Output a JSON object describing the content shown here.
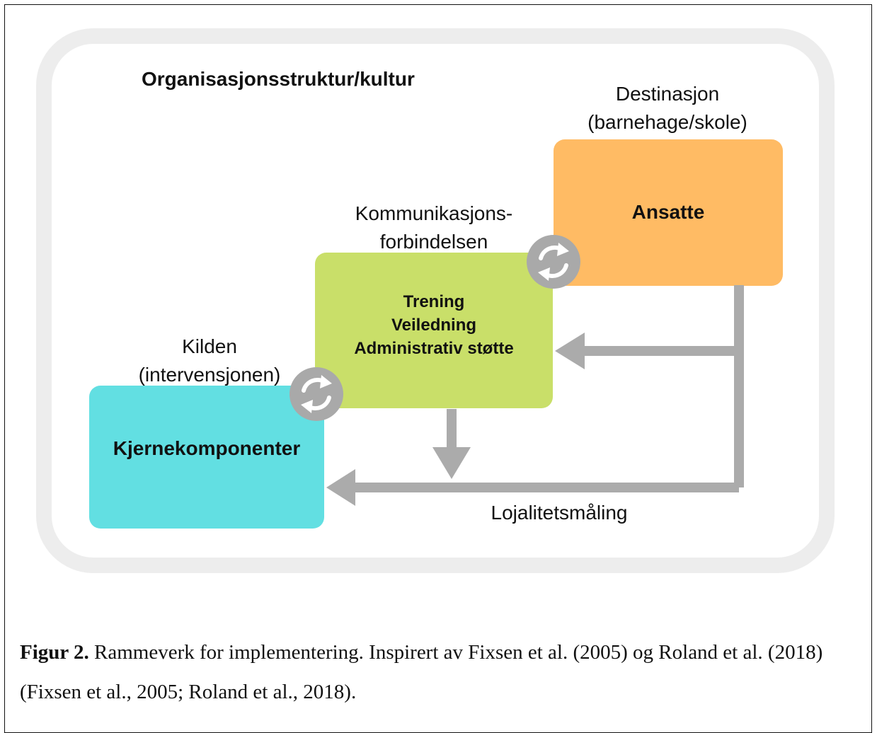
{
  "diagram": {
    "organization_label": "Organisasjonsstruktur/kultur",
    "destination": {
      "label_line_1": "Destinasjon",
      "label_line_2": "(barnehage/skole)",
      "box_text": "Ansatte",
      "color": "#ffbb64"
    },
    "communication": {
      "label_line_1": "Kommunikasjons-",
      "label_line_2": "forbindelsen",
      "box_items": [
        "Trening",
        "Veiledning",
        "Administrativ støtte"
      ],
      "color": "#c9df69"
    },
    "source": {
      "label_line_1": "Kilden",
      "label_line_2": "(intervensjonen)",
      "box_text": "Kjernekomponenter",
      "color": "#62dfe2"
    },
    "feedback_label": "Lojalitetsmåling",
    "icons": [
      "cycle-icon",
      "cycle-icon"
    ]
  },
  "caption": {
    "label": "Figur 2.",
    "text": " Rammeverk for implementering. Inspirert av Fixsen et al. (2005) og Roland et al. (2018) (Fixsen et al., 2005; Roland et al., 2018)."
  },
  "colors": {
    "background_outline": "#ededed",
    "arrows": "#ababab",
    "cycle_badge": "#a9a9a9"
  }
}
